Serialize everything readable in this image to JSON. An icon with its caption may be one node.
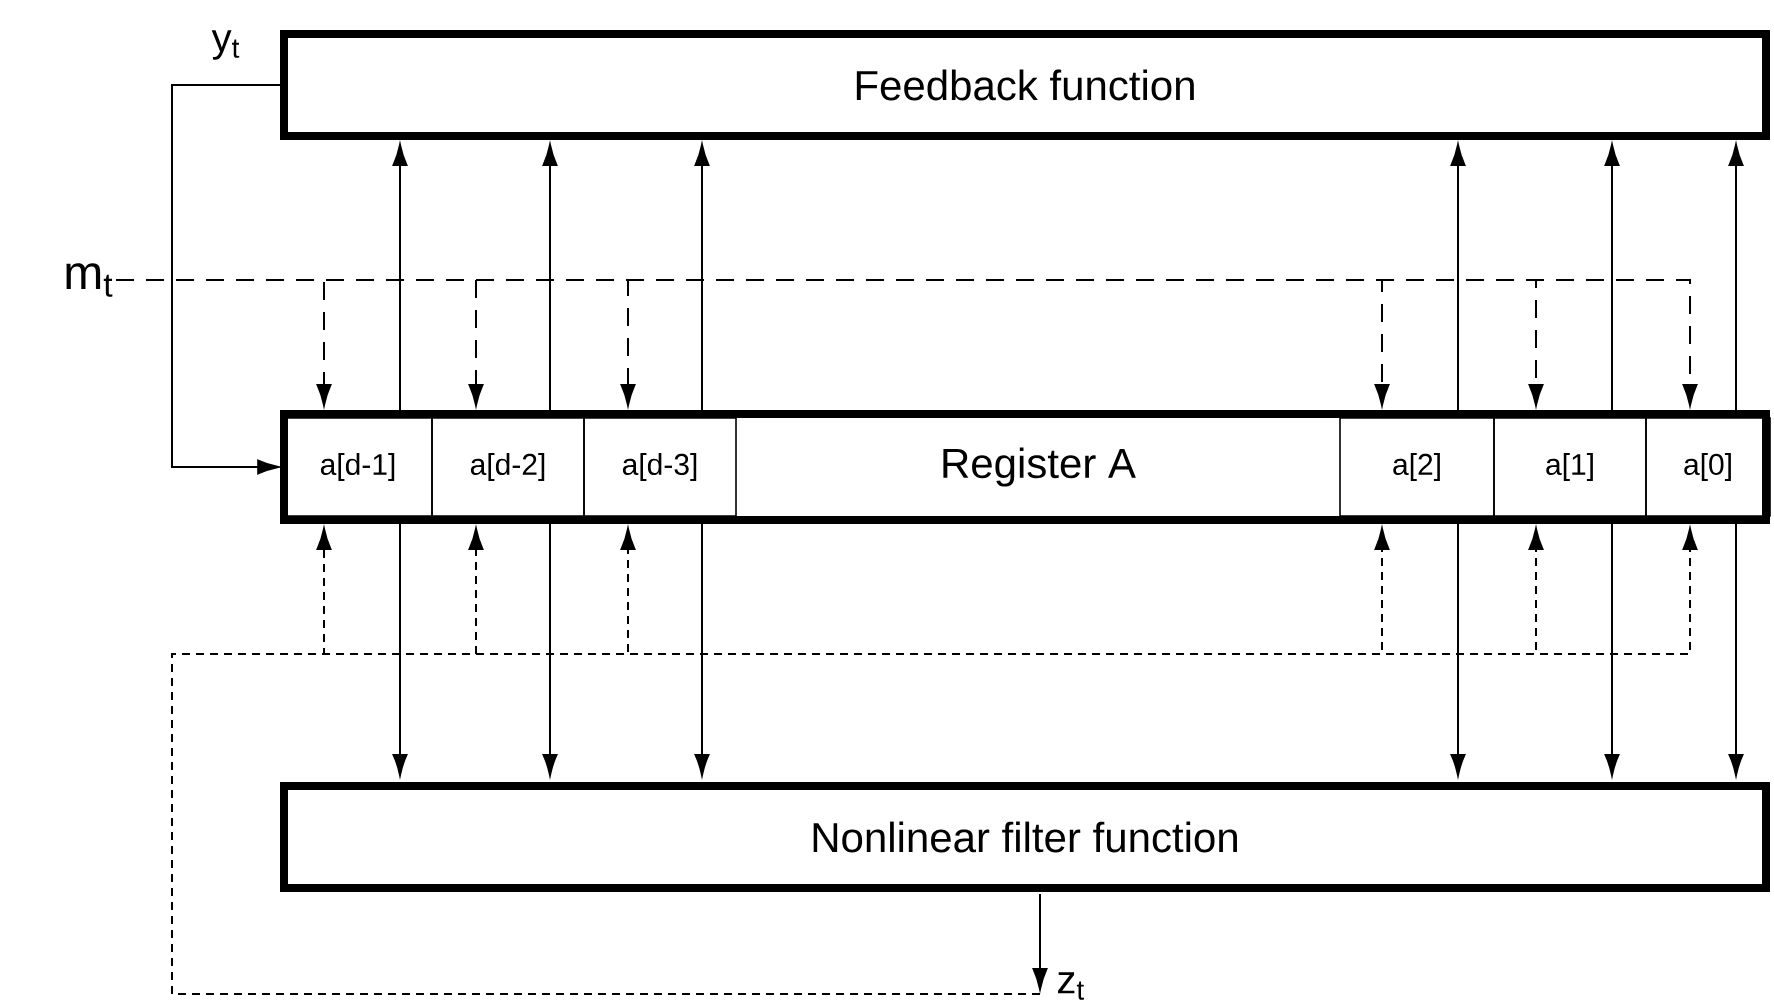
{
  "diagram": {
    "nodes": [
      {
        "text": [
          "Feedback function"
        ]
      },
      {
        "text": [
          "Register A"
        ]
      },
      {
        "text": [
          "a[d-1]"
        ],
        "in": 1
      },
      {
        "text": [
          "a[d-2]"
        ],
        "in": 1
      },
      {
        "text": [
          "a[d-3]"
        ],
        "in": 1
      },
      {
        "text": [
          "a[2]"
        ],
        "in": 1
      },
      {
        "text": [
          "a[1]"
        ],
        "in": 1
      },
      {
        "text": [
          "a[0]"
        ],
        "in": 1
      },
      {
        "text": [
          "Nonlinear filter function"
        ]
      },
      {
        "text": [
          "m$_{t}$"
        ]
      },
      {
        "text": [
          "z$_{t}$"
        ]
      }
    ],
    "edges": [
      {
        "from": 2,
        "to": 0,
        "arrow": "to"
      },
      {
        "from": 3,
        "to": 0,
        "arrow": "to"
      },
      {
        "from": 4,
        "to": 0,
        "arrow": "to"
      },
      {
        "from": 5,
        "to": 0,
        "arrow": "to"
      },
      {
        "from": 6,
        "to": 0,
        "arrow": "to"
      },
      {
        "from": 7,
        "to": 0,
        "arrow": "to"
      },
      {
        "from": 2,
        "to": 8,
        "arrow": "to"
      },
      {
        "from": 3,
        "to": 8,
        "arrow": "to"
      },
      {
        "from": 4,
        "to": 8,
        "arrow": "to"
      },
      {
        "from": 5,
        "to": 8,
        "arrow": "to"
      },
      {
        "from": 6,
        "to": 8,
        "arrow": "to"
      },
      {
        "from": 7,
        "to": 8,
        "arrow": "to"
      },
      {
        "from": 0,
        "to": 2,
        "arrow": "to",
        "label": "y$_{t}$"
      },
      {
        "from": 9,
        "to": 2,
        "arrow": "to",
        "style": "dashed"
      },
      {
        "from": 9,
        "to": 3,
        "arrow": "to",
        "style": "dashed"
      },
      {
        "from": 9,
        "to": 4,
        "arrow": "to",
        "style": "dashed"
      },
      {
        "from": 9,
        "to": 5,
        "arrow": "to",
        "style": "dashed"
      },
      {
        "from": 9,
        "to": 6,
        "arrow": "to",
        "style": "dashed"
      },
      {
        "from": 9,
        "to": 7,
        "arrow": "to",
        "style": "dashed"
      },
      {
        "from": 8,
        "to": 10,
        "arrow": "to"
      },
      {
        "from": 10,
        "to": 2,
        "arrow": "to",
        "style": "dashed"
      },
      {
        "from": 10,
        "to": 3,
        "arrow": "to",
        "style": "dashed"
      },
      {
        "from": 10,
        "to": 4,
        "arrow": "to",
        "style": "dashed"
      },
      {
        "from": 10,
        "to": 5,
        "arrow": "to",
        "style": "dashed"
      },
      {
        "from": 10,
        "to": 6,
        "arrow": "to",
        "style": "dashed"
      },
      {
        "from": 10,
        "to": 7,
        "arrow": "to",
        "style": "dashed"
      }
    ]
  }
}
